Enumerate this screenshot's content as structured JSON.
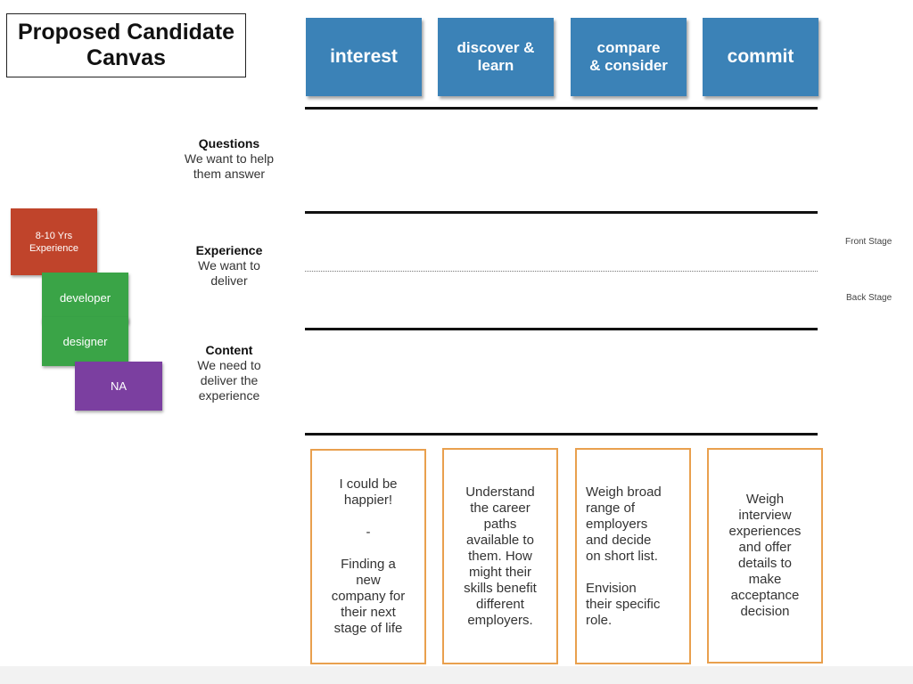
{
  "title": {
    "line1": "Proposed Candidate",
    "line2": "Canvas"
  },
  "stages": [
    {
      "label": "interest"
    },
    {
      "label_lines": [
        "discover &",
        "learn"
      ]
    },
    {
      "label_lines": [
        "compare",
        "& consider"
      ]
    },
    {
      "label": "commit"
    }
  ],
  "rows": {
    "questions": {
      "head": "Questions",
      "sub": [
        "We want to help",
        "them answer"
      ]
    },
    "experience": {
      "head": "Experience",
      "sub": [
        "We want to",
        "deliver"
      ]
    },
    "content": {
      "head": "Content",
      "sub": [
        "We need to",
        "deliver the",
        "experience"
      ]
    }
  },
  "stage_notes": {
    "front": "Front Stage",
    "back": "Back Stage"
  },
  "persona_cards": {
    "experience": [
      "8-10 Yrs",
      "Experience"
    ],
    "developer": "developer",
    "designer": "designer",
    "na": "NA"
  },
  "content_boxes": [
    "I could be\nhappier!\n\n-\n\nFinding a\nnew\ncompany for\ntheir next\nstage of life",
    "Understand\nthe career\npaths\navailable to\nthem.  How\nmight their\nskills benefit\ndifferent\nemployers.",
    "Weigh broad\nrange of\nemployers\nand decide\non short list.\n\nEnvision\ntheir specific\nrole.",
    "Weigh\ninterview\nexperiences\nand offer\ndetails to\nmake\nacceptance\ndecision"
  ],
  "colors": {
    "stage_blue": "#3b82b7",
    "card_red": "#c0442b",
    "card_green": "#3aa447",
    "card_purple": "#7b3fa0",
    "box_orange": "#e9a04e"
  }
}
